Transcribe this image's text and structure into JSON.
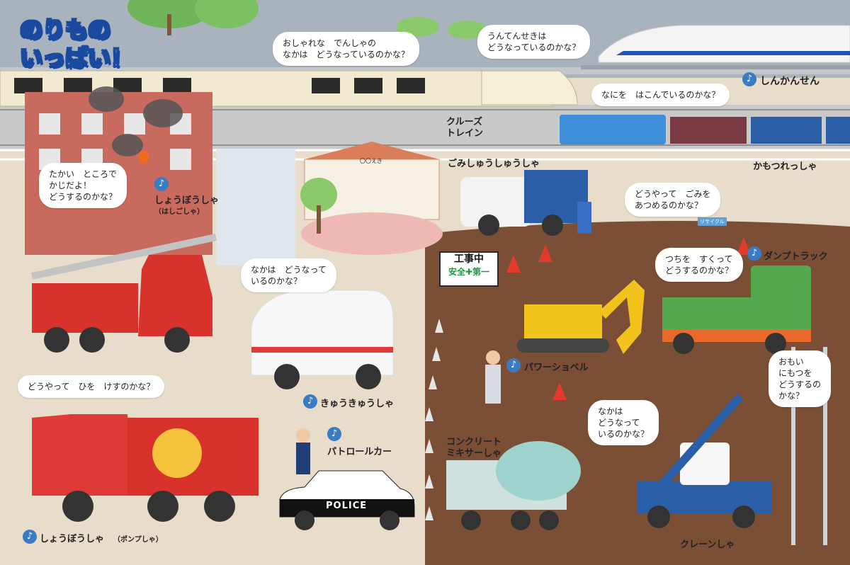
{
  "title": {
    "line1": "のりもの",
    "line2": "いっぱい！"
  },
  "bubbles": {
    "train_inside": "おしゃれな　でんしゃの\nなかは　どうなっているのかな？",
    "shinkansen_seat": "うんてんせきは\nどうなっているのかな？",
    "freight_cargo": "なにを　はこんでいるのかな？",
    "fire_high": "たかい　ところで\nかじだよ！\nどうするのかな？",
    "ambulance_inside": "なかは　どうなって\nいるのかな？",
    "pump_fire": "どうやって　ひを　けすのかな？",
    "garbage_collect": "どうやって　ごみを\nあつめるのかな？",
    "dump_soil": "つちを　すくって\nどうするのかな？",
    "crane_heavy": "おもい\nにもつを\nどうするの\nかな？",
    "mixer_inside": "なかは\nどうなって\nいるのかな？"
  },
  "labels": {
    "shinkansen": "しんかんせん",
    "cruise_train": "クルーズ\nトレイン",
    "garbage_truck": "ごみしゅうしゅうしゃ",
    "freight_train": "かもつれっしゃ",
    "ladder_truck": "しょうぼうしゃ",
    "ladder_truck_sub": "（はしごしゃ）",
    "dump_truck": "ダンプトラック",
    "power_shovel": "パワーショベル",
    "ambulance": "きゅうきゅうしゃ",
    "patrol_car": "パトロールカー",
    "concrete_mixer": "コンクリート\nミキサーしゃ",
    "pump_truck": "しょうぼうしゃ",
    "pump_truck_sub": "（ポンプしゃ）",
    "crane_truck": "クレーンしゃ"
  },
  "signs": {
    "construction_top": "工事中",
    "construction_bottom": "安全✚第一",
    "police_text": "POLICE",
    "station_name": "〇〇えき",
    "recycle_text": "リサイクル"
  },
  "icons": {
    "sound": "music-note-icon"
  },
  "colors": {
    "title_blue": "#1a4aa0",
    "note_blue": "#3a7cc4",
    "fire_red": "#d8322c",
    "ground": "#e8dccb",
    "dirt": "#7a4f35"
  }
}
